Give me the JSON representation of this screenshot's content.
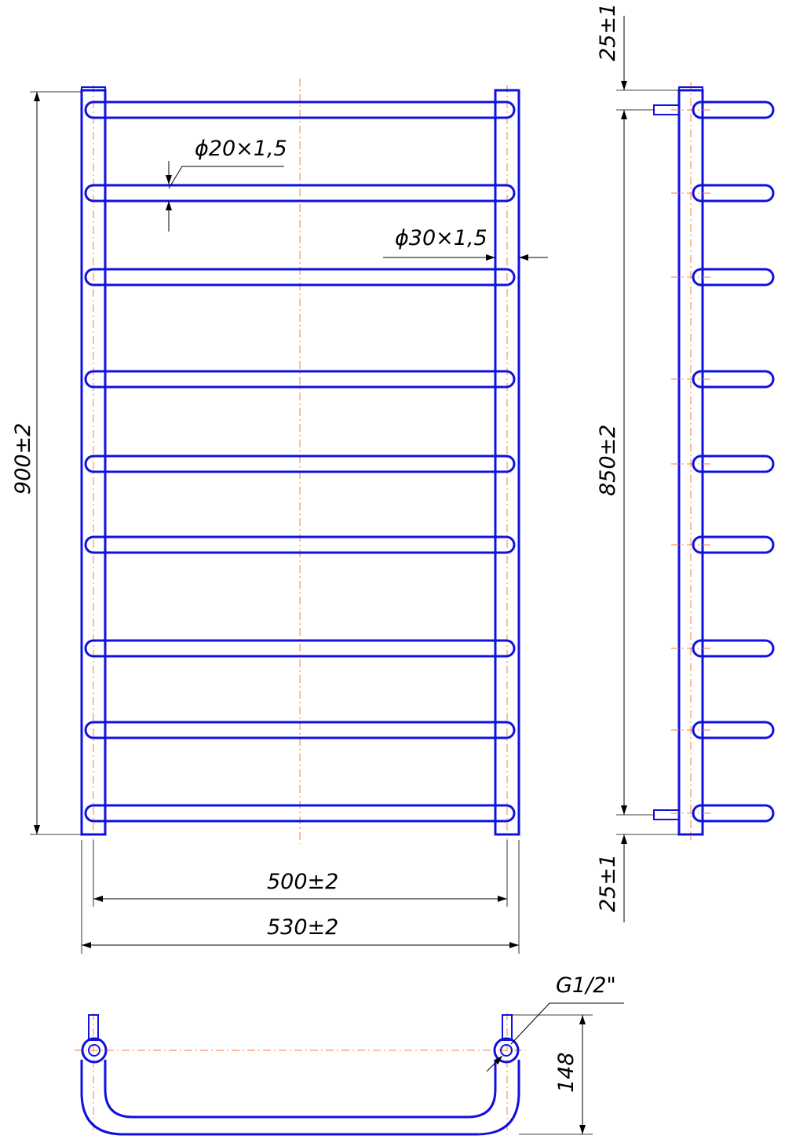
{
  "drawing": {
    "colors": {
      "outline": "#1010e0",
      "axis": "#f08040",
      "dimension": "#000000"
    },
    "dimensions": {
      "top_offset": "25±1",
      "bottom_offset": "25±1",
      "overall_height": "900±2",
      "center_height": "850±2",
      "inner_width": "500±2",
      "overall_width": "530±2",
      "rail_pipe": "ϕ20×1,5",
      "riser_pipe": "ϕ30×1,5",
      "thread": "G1/2\"",
      "depth": "148"
    },
    "rung_count": 9
  }
}
